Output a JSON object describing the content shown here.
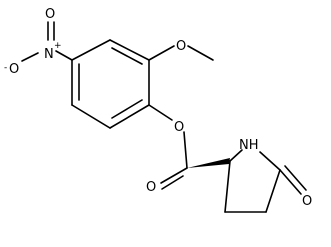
{
  "molecule": {
    "atom_labels": {
      "nitro_o_minus": "O",
      "nitro_o_minus_charge": "-",
      "nitro_n": "N",
      "nitro_n_charge": "+",
      "nitro_o_double": "O",
      "methoxy_o": "O",
      "ester_o_single": "O",
      "ester_o_double": "O",
      "ring_nh": "NH",
      "lactam_o": "O"
    },
    "stereo": "wedge bond at pyrrolidine C2 (S)",
    "colors": {
      "bond": "#000000",
      "text": "#000000",
      "background": "#ffffff"
    }
  }
}
